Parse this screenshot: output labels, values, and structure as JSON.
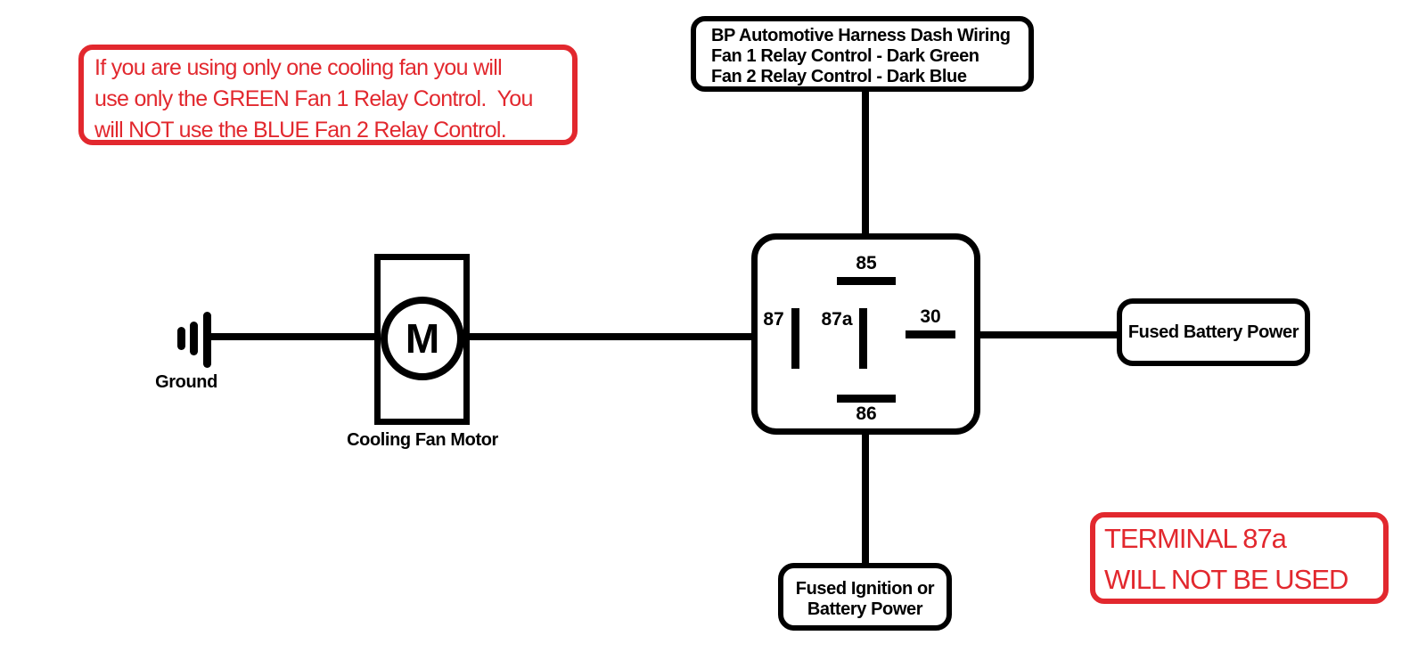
{
  "colors": {
    "wire_black": "#000000",
    "annotation_red": "#e2282e",
    "background": "#ffffff"
  },
  "note_top_left": {
    "lines": [
      "If you are using only one cooling fan you will",
      "use only the GREEN Fan 1 Relay Control.  You",
      "will NOT use the BLUE Fan 2 Relay Control."
    ]
  },
  "harness_box": {
    "lines": [
      "BP Automotive Harness Dash Wiring",
      "Fan 1 Relay Control - Dark Green",
      "Fan 2 Relay Control - Dark Blue"
    ]
  },
  "relay": {
    "terminals": {
      "t85": "85",
      "t87": "87",
      "t87a": "87a",
      "t30": "30",
      "t86": "86"
    }
  },
  "labels": {
    "ground": "Ground",
    "motor_m": "M",
    "cooling_fan_motor": "Cooling Fan Motor",
    "fused_battery_power": "Fused Battery Power",
    "fused_ignition_line1": "Fused Ignition or",
    "fused_ignition_line2": "Battery Power"
  },
  "note_bottom_right": {
    "lines": [
      "TERMINAL 87a",
      "WILL NOT BE USED"
    ]
  }
}
